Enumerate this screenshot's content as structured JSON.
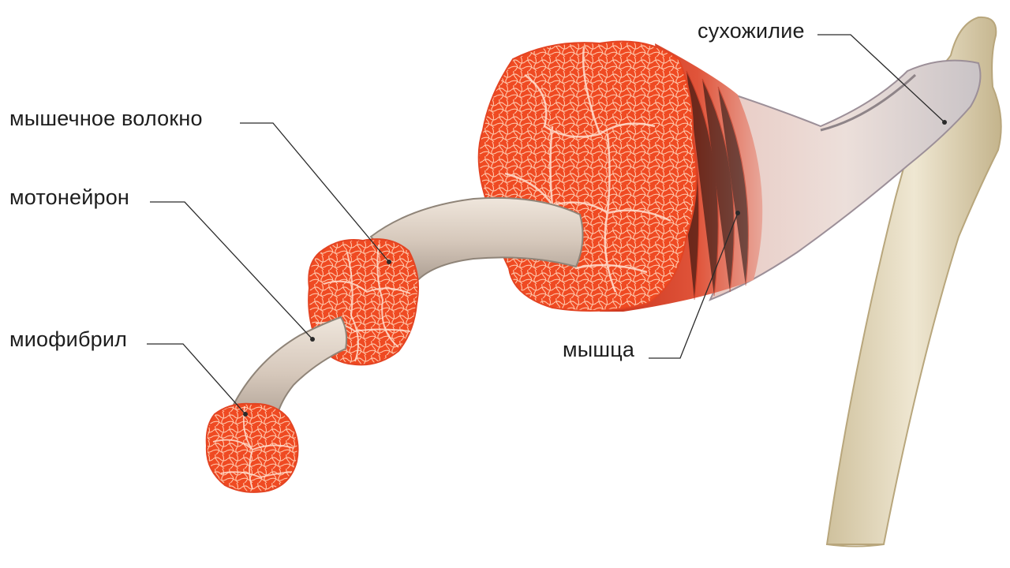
{
  "labels": {
    "muscle_fiber": "мышечное волокно",
    "motor_neuron": "мотонейрон",
    "myofibril": "миофибрил",
    "muscle": "мышца",
    "tendon": "сухожилие"
  },
  "colors": {
    "muscle_red": "#f04a22",
    "muscle_dark": "#c8341a",
    "fiber_pattern": "#ffd2b8",
    "sheath": "#d9ccbf",
    "sheath_shadow": "#9b8e83",
    "bone": "#e6dcc3",
    "bone_shadow": "#b7a77f",
    "leader_line": "#2a2a2a"
  }
}
